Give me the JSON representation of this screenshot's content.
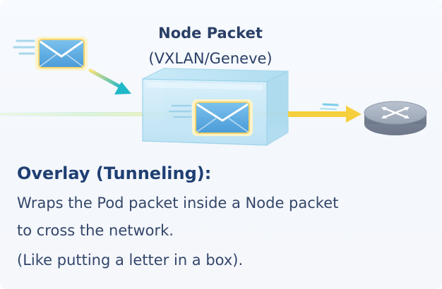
{
  "diagram": {
    "node_packet_title": "Node Packet",
    "node_packet_subtitle": "(VXLAN/Geneve)"
  },
  "text": {
    "heading": "Overlay (Tunneling):",
    "line1": "Wraps the Pod packet inside a Node packet",
    "line2": "to cross the network.",
    "line3": "(Like putting a letter in a box)."
  },
  "icons": {
    "pod_packet": "envelope-icon",
    "inner_packet": "envelope-icon",
    "tunnel_box": "box-icon",
    "destination": "router-icon"
  },
  "colors": {
    "heading": "#1f3f73",
    "body_text": "#33466a",
    "envelope_blue": "#58a9e0",
    "envelope_border": "#f2d36a",
    "box_cyan": "#bfe4f5",
    "arrow_yellow": "#f5cf3c",
    "arrow_teal": "#1fb8c8",
    "router_gray": "#8c97a8"
  }
}
